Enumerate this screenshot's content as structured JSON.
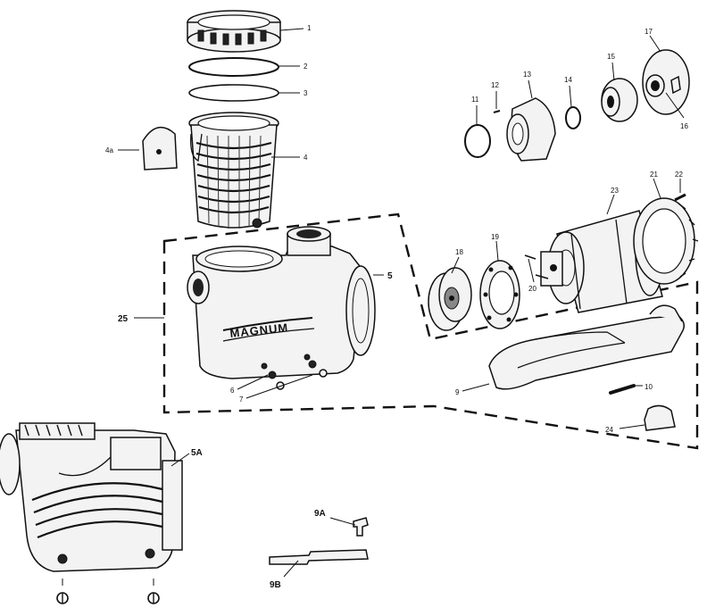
{
  "labels": {
    "l1": "1",
    "l2": "2",
    "l3": "3",
    "l4": "4",
    "l4a": "4a",
    "l5": "5",
    "l5A": "5A",
    "l6": "6",
    "l7": "7",
    "l9": "9",
    "l9A": "9A",
    "l9B": "9B",
    "l10": "10",
    "l11": "11",
    "l12": "12",
    "l13": "13",
    "l14": "14",
    "l15": "15",
    "l16": "16",
    "l17": "17",
    "l18": "18",
    "l19": "19",
    "l20": "20",
    "l21": "21",
    "l22": "22",
    "l23": "23",
    "l24": "24",
    "l25": "25"
  },
  "body_text": "MAGNUM"
}
